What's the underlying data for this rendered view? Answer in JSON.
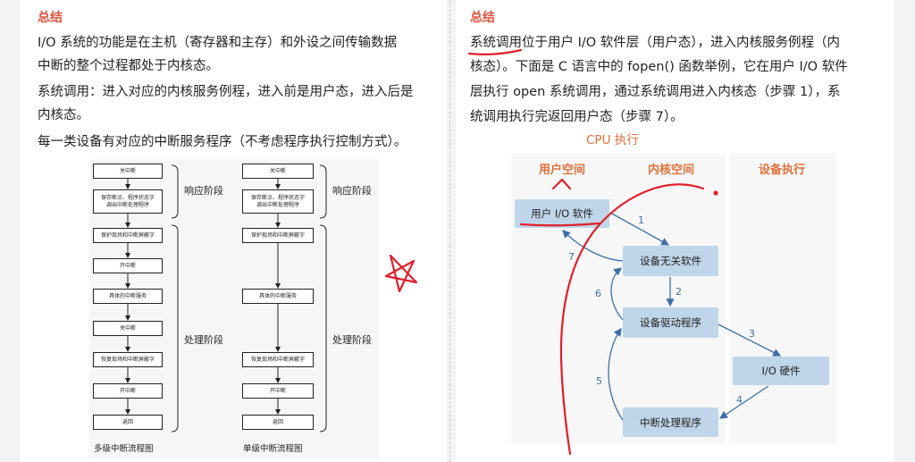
{
  "left": {
    "heading": "总结",
    "paragraphs": [
      "I/O 系统的功能是在主机（寄存器和主存）和外设之间传输数据",
      "中断的整个过程都处于内核态。",
      "系统调用：进入对应的内核服务例程，进入前是用户态，进入后是\n内核态。",
      "每一类设备有对应的中断服务程序（不考虑程序执行控制方式）。"
    ],
    "multi_flow": {
      "steps": [
        "关中断",
        "保存断点、程序状态字\n调出中断处理程序",
        "保护现场和中断屏蔽字",
        "开中断",
        "具体的中断服务",
        "关中断",
        "恢复现场和中断屏蔽字",
        "开中断",
        "返回"
      ],
      "caption": "多级中断流程图"
    },
    "single_flow": {
      "steps": [
        "关中断",
        "保存断点、程序状态字\n调出中断处理程序",
        "保护现场和中断屏蔽字",
        "具体的中断服务",
        "恢复现场和中断屏蔽字",
        "开中断",
        "返回"
      ],
      "caption": "单级中断流程图"
    },
    "phase_labels": {
      "response": "响应阶段",
      "process": "处理阶段"
    }
  },
  "right": {
    "heading": "总结",
    "para_lines": [
      "系统调用位于用户 I/O 软件层（用户态），进入内核服务例程（内",
      "核态）。下面是 C 语言中的 fopen() 函数举例，它在用户 I/O 软件",
      "层执行 open 系统调用，通过系统调用进入内核态（步骤 1），系",
      "统调用执行完返回用户态（步骤 7）。"
    ],
    "diagram": {
      "cpu_label": "CPU 执行",
      "zones": [
        "用户空间",
        "内核空间",
        "设备执行"
      ],
      "nodes": {
        "user_io": "用户 I/O 软件",
        "dev_indep": "设备无关软件",
        "driver": "设备驱动程序",
        "io_hw": "I/O 硬件",
        "irq_handler": "中断处理程序"
      },
      "steps": [
        "1",
        "2",
        "3",
        "4",
        "5",
        "6",
        "7"
      ]
    }
  },
  "colors": {
    "heading": "#e0533e",
    "annotation": "#e0202a",
    "node": "#bfd6ea",
    "arrow": "#3d6fa8"
  }
}
